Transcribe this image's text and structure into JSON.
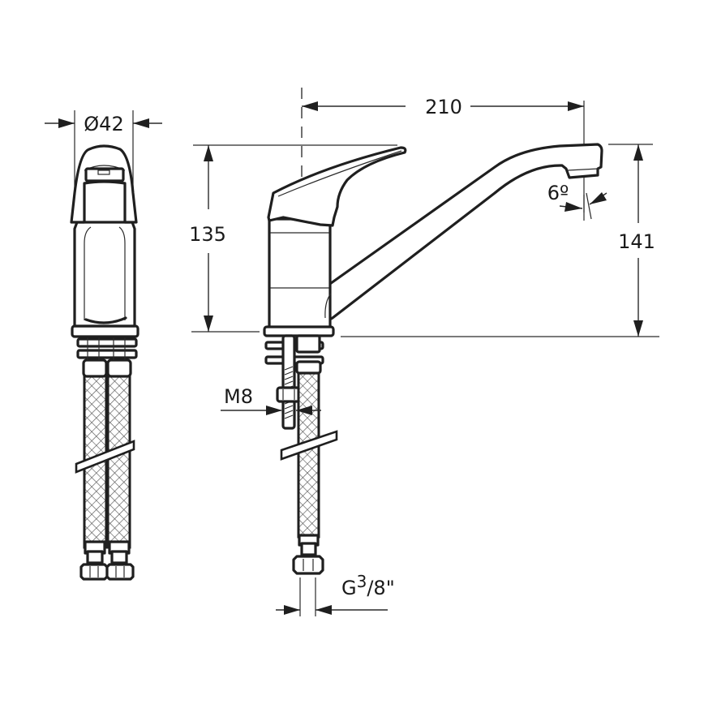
{
  "drawing": {
    "subject": "single-lever kitchen faucet technical drawing",
    "views": [
      "front view",
      "side view"
    ],
    "colors": {
      "line": "#1f1f1f",
      "background": "#ffffff"
    }
  },
  "dimensions": {
    "diameter": "Ø42",
    "reach": "210",
    "height_handle": "135",
    "height_spout": "141",
    "angle": "6º",
    "thread_rod": "M8",
    "hose_connection": {
      "prefix": "G",
      "superscript": "3",
      "suffix": "/8\""
    }
  }
}
